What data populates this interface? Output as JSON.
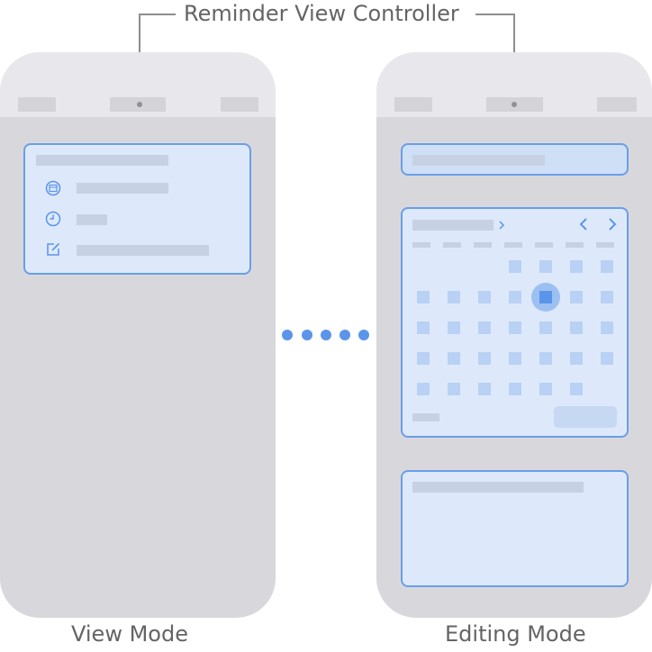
{
  "header": {
    "title": "Reminder View Controller"
  },
  "left_screen": {
    "caption": "View Mode"
  },
  "right_screen": {
    "caption": "Editing Mode"
  },
  "colors": {
    "accent": "#5b95ea",
    "card_fill": "#dde9fb",
    "card_border": "#6a9ee8",
    "phone_body": "#d8d8dc",
    "phone_top": "#e8e8ec",
    "placeholder": "#c6d2e3"
  },
  "icons": [
    "calendar-icon",
    "clock-icon",
    "edit-icon",
    "chevron-right-icon",
    "chevron-left-icon"
  ]
}
